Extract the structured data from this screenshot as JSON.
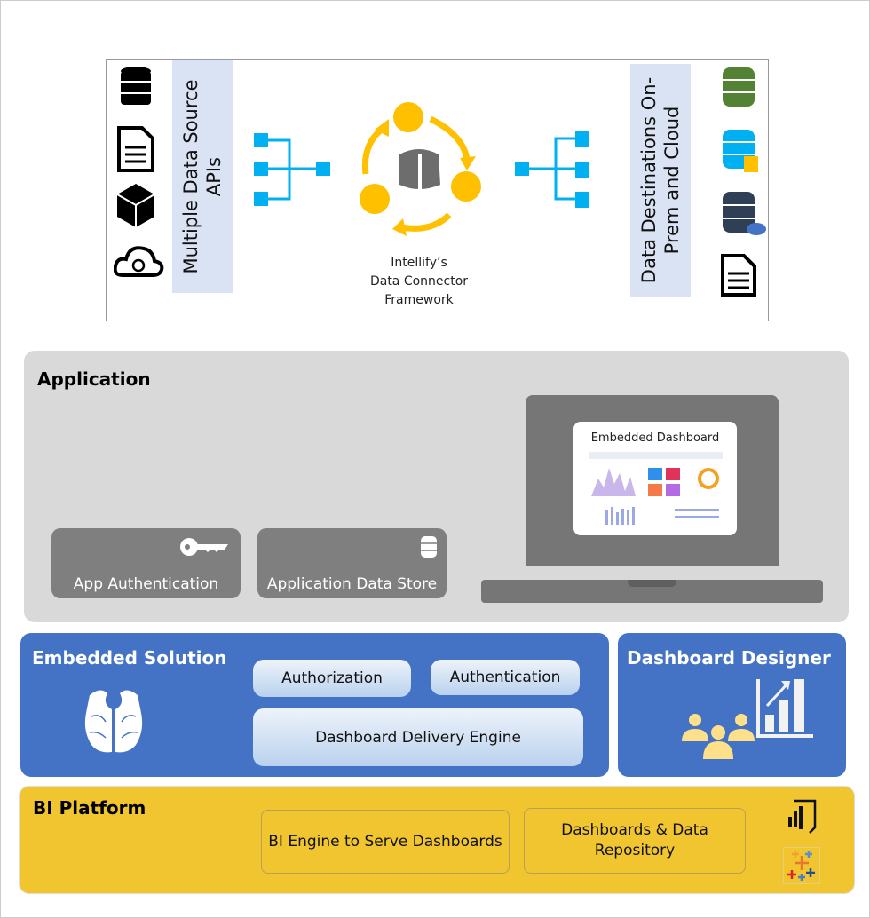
{
  "connector": {
    "source_label": "Multiple Data Source APIs",
    "destination_label": "Data Destinations On-Prem and Cloud",
    "framework_caption": [
      "Intellify’s",
      "Data Connector",
      "Framework"
    ],
    "source_icons": [
      "database-icon",
      "document-icon",
      "package-icon",
      "cloud-sync-icon"
    ],
    "destination_icons": [
      "database-green-icon",
      "database-blue-icon",
      "database-cloud-icon",
      "document-icon"
    ]
  },
  "application": {
    "title": "Application",
    "app_auth": "App Authentication",
    "data_store": "Application Data Store",
    "embedded_dashboard": "Embedded Dashboard"
  },
  "embedded": {
    "title": "Embedded Solution",
    "authorization": "Authorization",
    "authentication": "Authentication",
    "delivery_engine": "Dashboard Delivery Engine"
  },
  "designer": {
    "title": "Dashboard Designer"
  },
  "bi": {
    "title": "BI Platform",
    "engine": "BI Engine to Serve Dashboards",
    "repository_line1": "Dashboards & Data",
    "repository_line2": "Repository"
  },
  "colors": {
    "blue": "#4472c4",
    "yellow": "#f0c530",
    "gray": "#d9d9d9",
    "cyan": "#00b0f0",
    "gold": "#ffc000"
  }
}
